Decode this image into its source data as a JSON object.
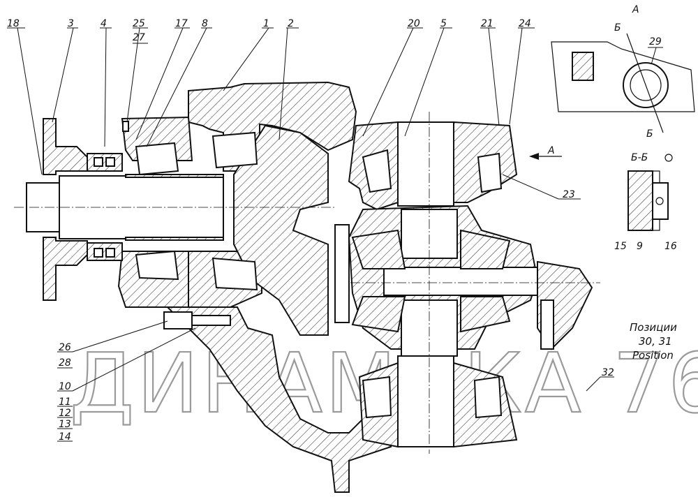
{
  "watermark": "ДИНАМИКА 76",
  "labels": {
    "l18": "18",
    "l3": "3",
    "l4": "4",
    "l25": "25",
    "l27": "27",
    "l17": "17",
    "l8": "8",
    "l1": "1",
    "l2": "2",
    "l20": "20",
    "l5": "5",
    "l21": "21",
    "l24": "24",
    "l23": "23",
    "l26": "26",
    "l28": "28",
    "l10": "10",
    "l11": "11",
    "l12": "12",
    "l13": "13",
    "l14": "14",
    "l32": "32",
    "l29": "29",
    "l15": "15",
    "l9": "9",
    "l16": "16",
    "view_a": "A",
    "section_mark": "Б",
    "section_bb": "Б-Б"
  },
  "note": {
    "line1": "Позиции",
    "line2": "30, 31",
    "line3": "Position"
  }
}
